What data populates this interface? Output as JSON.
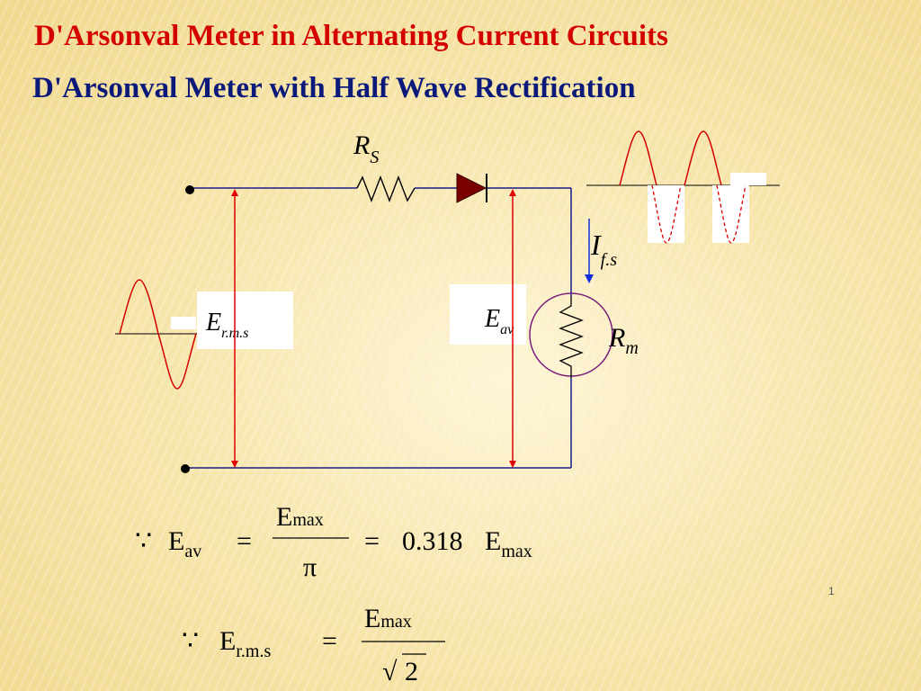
{
  "slide": {
    "title": "D'Arsonval Meter in Alternating Current Circuits",
    "subtitle": "D'Arsonval Meter with Half Wave Rectification",
    "page_number": "1"
  },
  "circuit": {
    "series_resistor": {
      "symbol": "R",
      "subscript": "S"
    },
    "meter_resistance": {
      "symbol": "R",
      "subscript": "m"
    },
    "full_scale_current": {
      "symbol": "I",
      "subscript": "f.s"
    },
    "rms_voltage": {
      "symbol": "E",
      "subscript": "r.m.s"
    },
    "average_voltage": {
      "symbol": "E",
      "subscript": "av"
    }
  },
  "equations": {
    "eq1": {
      "because": "∵",
      "lhs": "E",
      "lhs_sub": "av",
      "equals": "=",
      "num": "E",
      "num_sub": "max",
      "den": "π",
      "equals2": "=",
      "coef": "0.318",
      "rhs": "E",
      "rhs_sub": "max"
    },
    "eq2": {
      "because": "∵",
      "lhs": "E",
      "lhs_sub": "r.m.s",
      "equals": "=",
      "num": "E",
      "num_sub": "max",
      "radical": "√",
      "den": "2"
    }
  },
  "colors": {
    "title": "#d40000",
    "subtitle": "#0b1a7a",
    "wire": "#1a1a8c",
    "arrow": "#e00000",
    "waveform": "#d40000",
    "diode": "#7a0000",
    "meter_circle": "#7a1f7a",
    "current_arrow": "#1030e0"
  }
}
